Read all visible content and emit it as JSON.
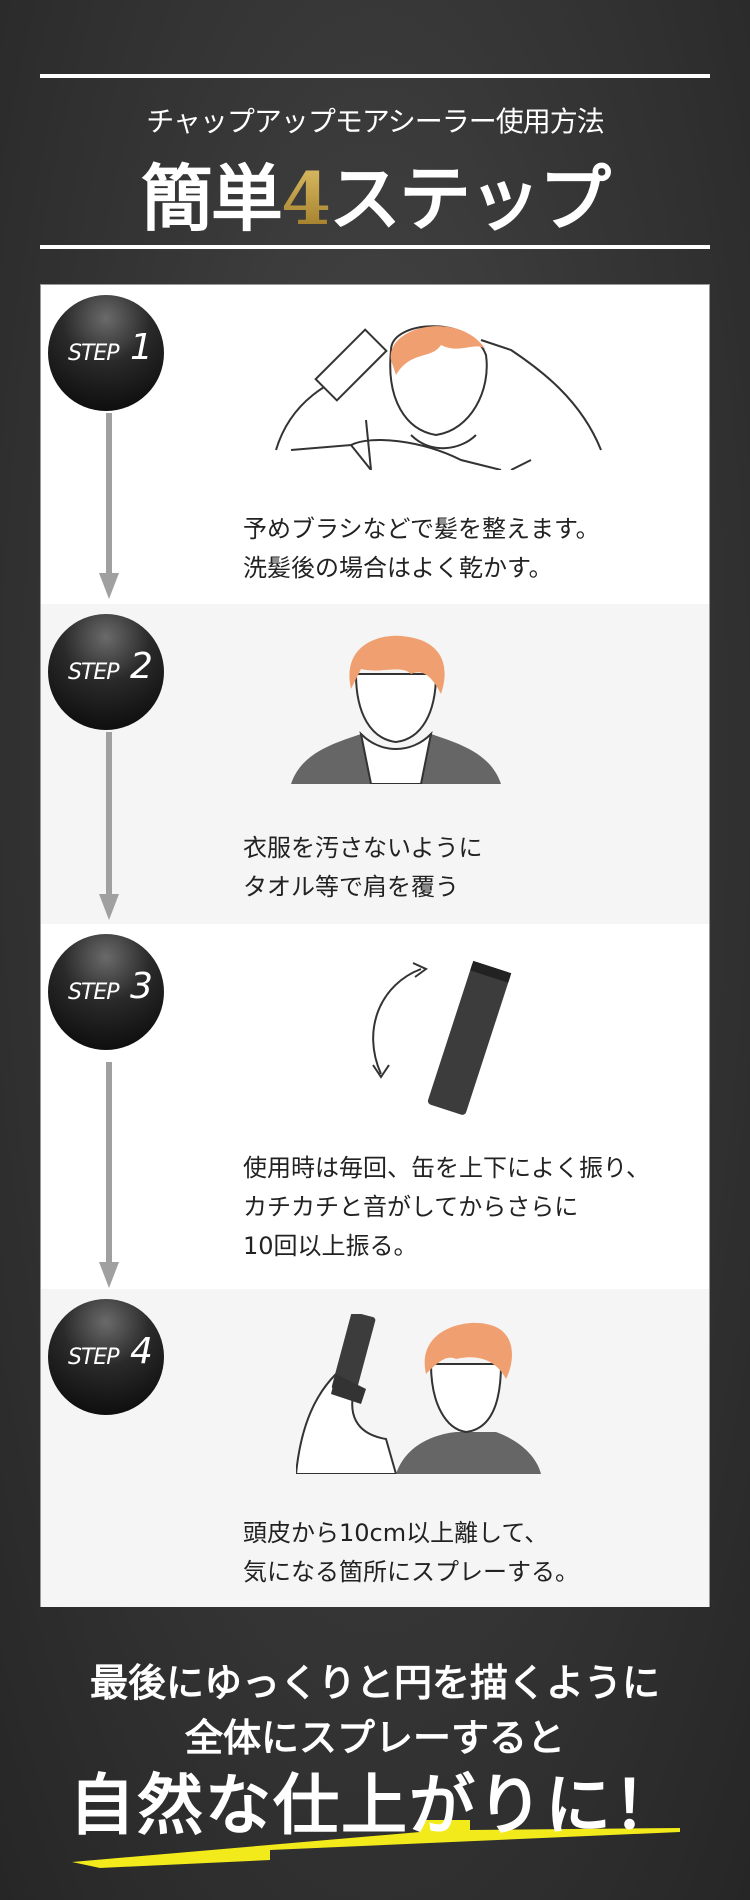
{
  "header": {
    "subtitle": "チャップアップモアシーラー使用方法",
    "title_pre": "簡単",
    "title_num": "4",
    "title_post": "ステップ"
  },
  "steps": [
    {
      "label": "STEP",
      "num": "1",
      "lines": [
        "予めブラシなどで髪を整えます。",
        "洗髪後の場合はよく乾かす。"
      ]
    },
    {
      "label": "STEP",
      "num": "2",
      "lines": [
        "衣服を汚さないように",
        "タオル等で肩を覆う"
      ]
    },
    {
      "label": "STEP",
      "num": "3",
      "lines": [
        "使用時は毎回、缶を上下によく振り、",
        "カチカチと音がしてからさらに",
        "10回以上振る。"
      ]
    },
    {
      "label": "STEP",
      "num": "4",
      "lines": [
        "頭皮から10cm以上離して、",
        "気になる箇所にスプレーする。"
      ]
    }
  ],
  "footer": {
    "line1": "最後にゆっくりと円を描くように",
    "line2": "全体にスプレーすると",
    "line3": "自然な仕上がりに！"
  },
  "colors": {
    "hair": "#f0a070",
    "gold": "#c9a44a",
    "highlight": "#f2ea1a"
  }
}
